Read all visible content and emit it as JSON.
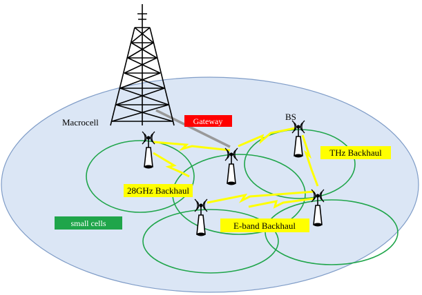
{
  "labels": {
    "macrocell": "Macrocell",
    "gateway": "Gateway",
    "bs": "BS",
    "thz_backhaul": "THz Backhaul",
    "ghz28_backhaul": "28GHz Backhaul",
    "eband_backhaul": "E-band Backhaul",
    "small_cells": "small cells"
  },
  "colors": {
    "macro_fill": "#dbe6f5",
    "macro_stroke": "#7f9cc7",
    "cell_ring": "#1fa54a",
    "link_wireless": "#ffff00",
    "link_wired": "#999999",
    "gateway_box": "#ff0000",
    "backhaul_box": "#ffff00",
    "small_cells_box": "#1fa54a"
  },
  "icons": [
    "cell-tower-icon",
    "base-station-antenna-icon"
  ]
}
